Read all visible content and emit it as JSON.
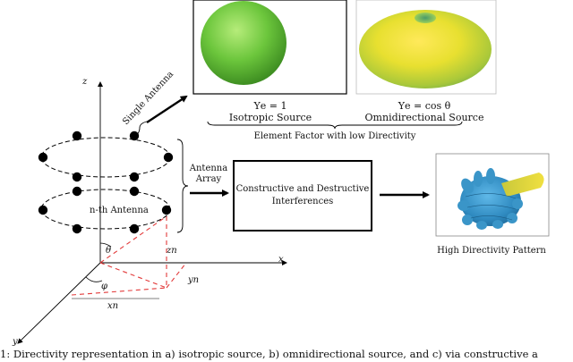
{
  "top_left_panel": {
    "formula": "Υe = 1",
    "label": "Isotropic Source"
  },
  "top_right_panel": {
    "formula": "Υe = cos θ",
    "label": "Omnidirectional Source"
  },
  "element_factor_label": "Element Factor with low Directivity",
  "single_antenna_label": "Single Antenna",
  "antenna_array_label_line1": "Antenna",
  "antenna_array_label_line2": "Array",
  "nth_antenna_label": "n-th Antenna",
  "interference_box_line1": "Constructive and Destructive",
  "interference_box_line2": "Interferences",
  "high_directivity_label": "High Directivity Pattern",
  "axes": {
    "z": "z",
    "x": "x",
    "y": "y",
    "theta": "θ",
    "phi": "φ",
    "xn": "xn",
    "yn": "yn",
    "zn": "zn"
  },
  "caption": "1: Directivity representation in a) isotropic source, b) omnidirectional source, and c) via constructive a"
}
